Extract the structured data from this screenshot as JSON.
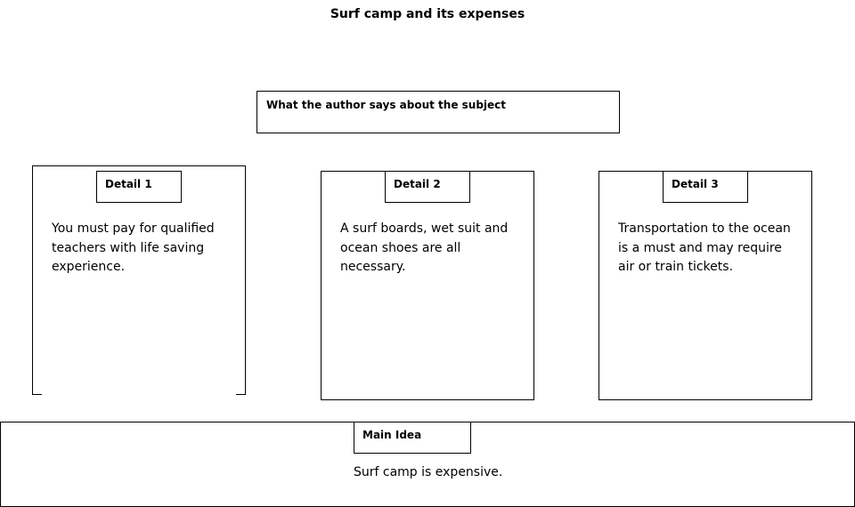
{
  "title": "Surf camp and its expenses",
  "subject_label": "What the author says about the subject",
  "details": [
    {
      "label": "Detail 1",
      "text": "You must pay for qualified teachers with life saving experience."
    },
    {
      "label": "Detail 2",
      "text": "A surf boards, wet suit and ocean shoes are all necessary."
    },
    {
      "label": "Detail 3",
      "text": "Transportation to the ocean is a must and may require air or train tickets."
    }
  ],
  "main_idea": {
    "label": "Main Idea",
    "text": "Surf camp is expensive."
  }
}
